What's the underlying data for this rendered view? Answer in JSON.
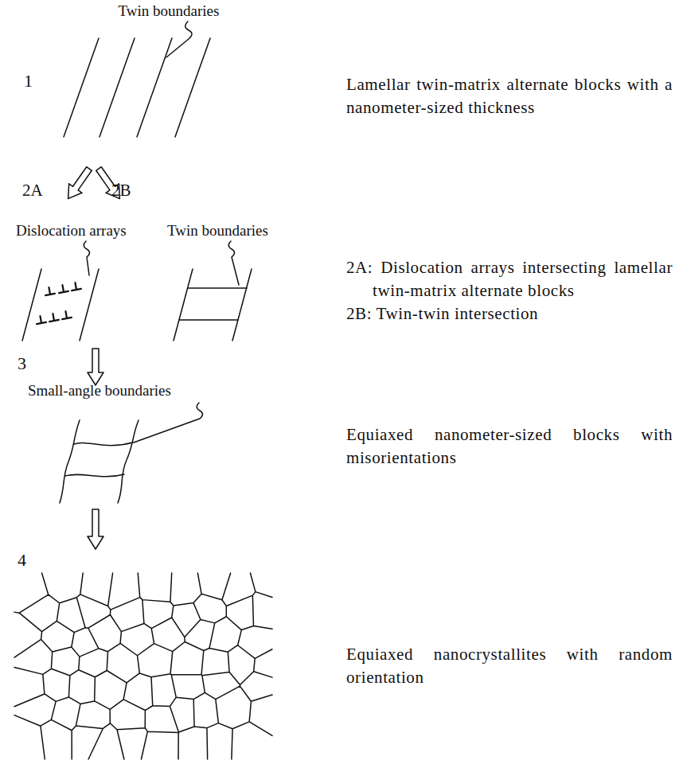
{
  "diagram": {
    "labels": [
      "Twin boundaries",
      "1",
      "Lamellar twin-matrix alternate blocks with a nanometer-sized thickness",
      "2A",
      "2B",
      "Dislocation arrays",
      "Twin boundaries",
      "2A: Dislocation arrays intersecting lamellar twin-matrix alternate blocks",
      "2B: Twin-twin intersection",
      "3",
      "Small-angle boundaries",
      "Equiaxed nanometer-sized blocks with misorientations",
      "4",
      "Equiaxed nanocrystallites with random orientation"
    ]
  }
}
